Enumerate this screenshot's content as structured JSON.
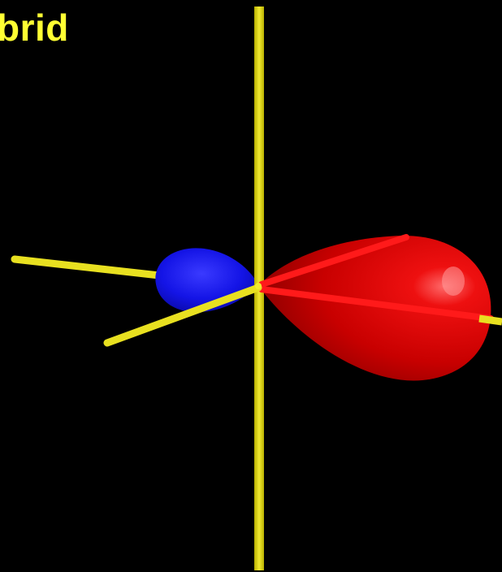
{
  "figure": {
    "title": "brid",
    "colors": {
      "background": "#000000",
      "axes": "#e8e020",
      "title": "#ffff33",
      "small_lobe": "#1010e0",
      "large_lobe": "#dd0000",
      "lobe_outline": "#ff1a1a"
    },
    "elements": [
      "z-axis",
      "x-axis",
      "y-axis",
      "small-lobe-negative-phase",
      "large-lobe-positive-phase"
    ]
  }
}
